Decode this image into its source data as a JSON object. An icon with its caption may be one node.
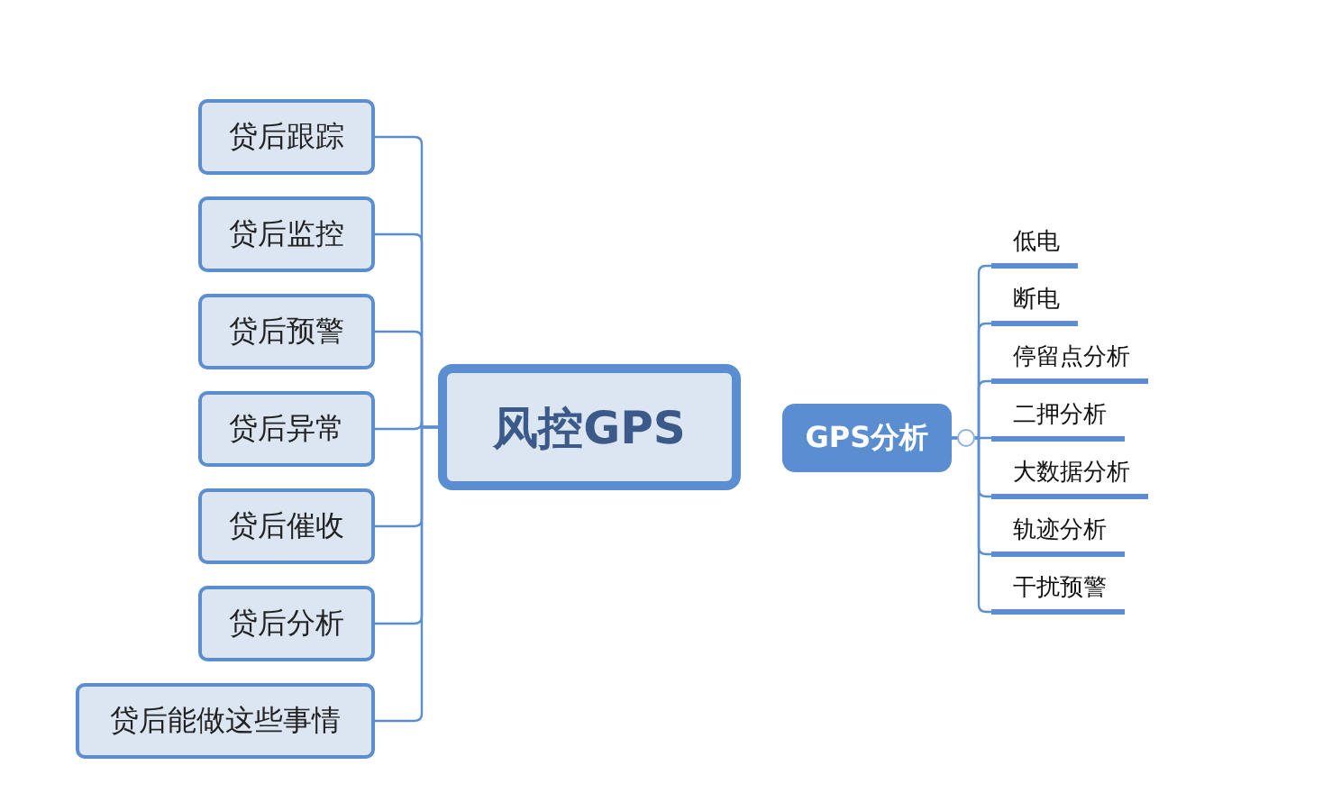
{
  "diagram": {
    "nodes": [
      {
        "text": [
          "风控GPS"
        ]
      },
      {
        "text": [
          "贷后跟踪"
        ]
      },
      {
        "text": [
          "贷后监控"
        ]
      },
      {
        "text": [
          "贷后预警"
        ]
      },
      {
        "text": [
          "贷后异常"
        ]
      },
      {
        "text": [
          "贷后催收"
        ]
      },
      {
        "text": [
          "贷后分析"
        ]
      },
      {
        "text": [
          "贷后能做这些事情"
        ]
      },
      {
        "text": [
          "GPS分析"
        ]
      },
      {
        "text": [
          "低电"
        ]
      },
      {
        "text": [
          "断电"
        ]
      },
      {
        "text": [
          "停留点分析"
        ]
      },
      {
        "text": [
          "二押分析"
        ]
      },
      {
        "text": [
          "大数据分析"
        ]
      },
      {
        "text": [
          "轨迹分析"
        ]
      },
      {
        "text": [
          "干扰预警"
        ]
      }
    ],
    "edges": [
      {
        "from": 0,
        "to": 1,
        "arrow": "none"
      },
      {
        "from": 0,
        "to": 2,
        "arrow": "none"
      },
      {
        "from": 0,
        "to": 3,
        "arrow": "none"
      },
      {
        "from": 0,
        "to": 4,
        "arrow": "none"
      },
      {
        "from": 0,
        "to": 5,
        "arrow": "none"
      },
      {
        "from": 0,
        "to": 6,
        "arrow": "none"
      },
      {
        "from": 0,
        "to": 7,
        "arrow": "none"
      },
      {
        "from": 8,
        "to": 9,
        "arrow": "none"
      },
      {
        "from": 8,
        "to": 10,
        "arrow": "none"
      },
      {
        "from": 8,
        "to": 11,
        "arrow": "none"
      },
      {
        "from": 8,
        "to": 12,
        "arrow": "none"
      },
      {
        "from": 8,
        "to": 13,
        "arrow": "none"
      },
      {
        "from": 8,
        "to": 14,
        "arrow": "none"
      },
      {
        "from": 8,
        "to": 15,
        "arrow": "none"
      }
    ]
  }
}
